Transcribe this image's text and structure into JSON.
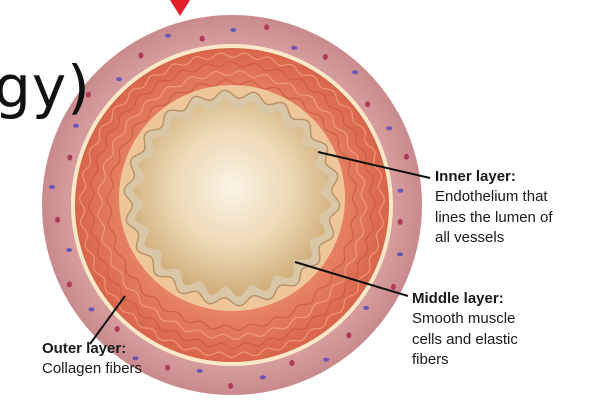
{
  "partial_title": "gy)",
  "layers": {
    "inner": {
      "title": "Inner layer:",
      "description": "Endothelium that\nlines the lumen of\nall vessels"
    },
    "middle": {
      "title": "Middle layer:",
      "description": "Smooth muscle\ncells and elastic\nfibers"
    },
    "outer": {
      "title": "Outer layer:",
      "description": "Collagen fibers"
    }
  },
  "colors": {
    "outer_tunic": "#d4989a",
    "muscle": "#e07a5c",
    "elastic_line": "#fbe8c8",
    "intima": "#dcc8a8",
    "lumen": "#e3c89e",
    "arrow": "#e21f26"
  }
}
